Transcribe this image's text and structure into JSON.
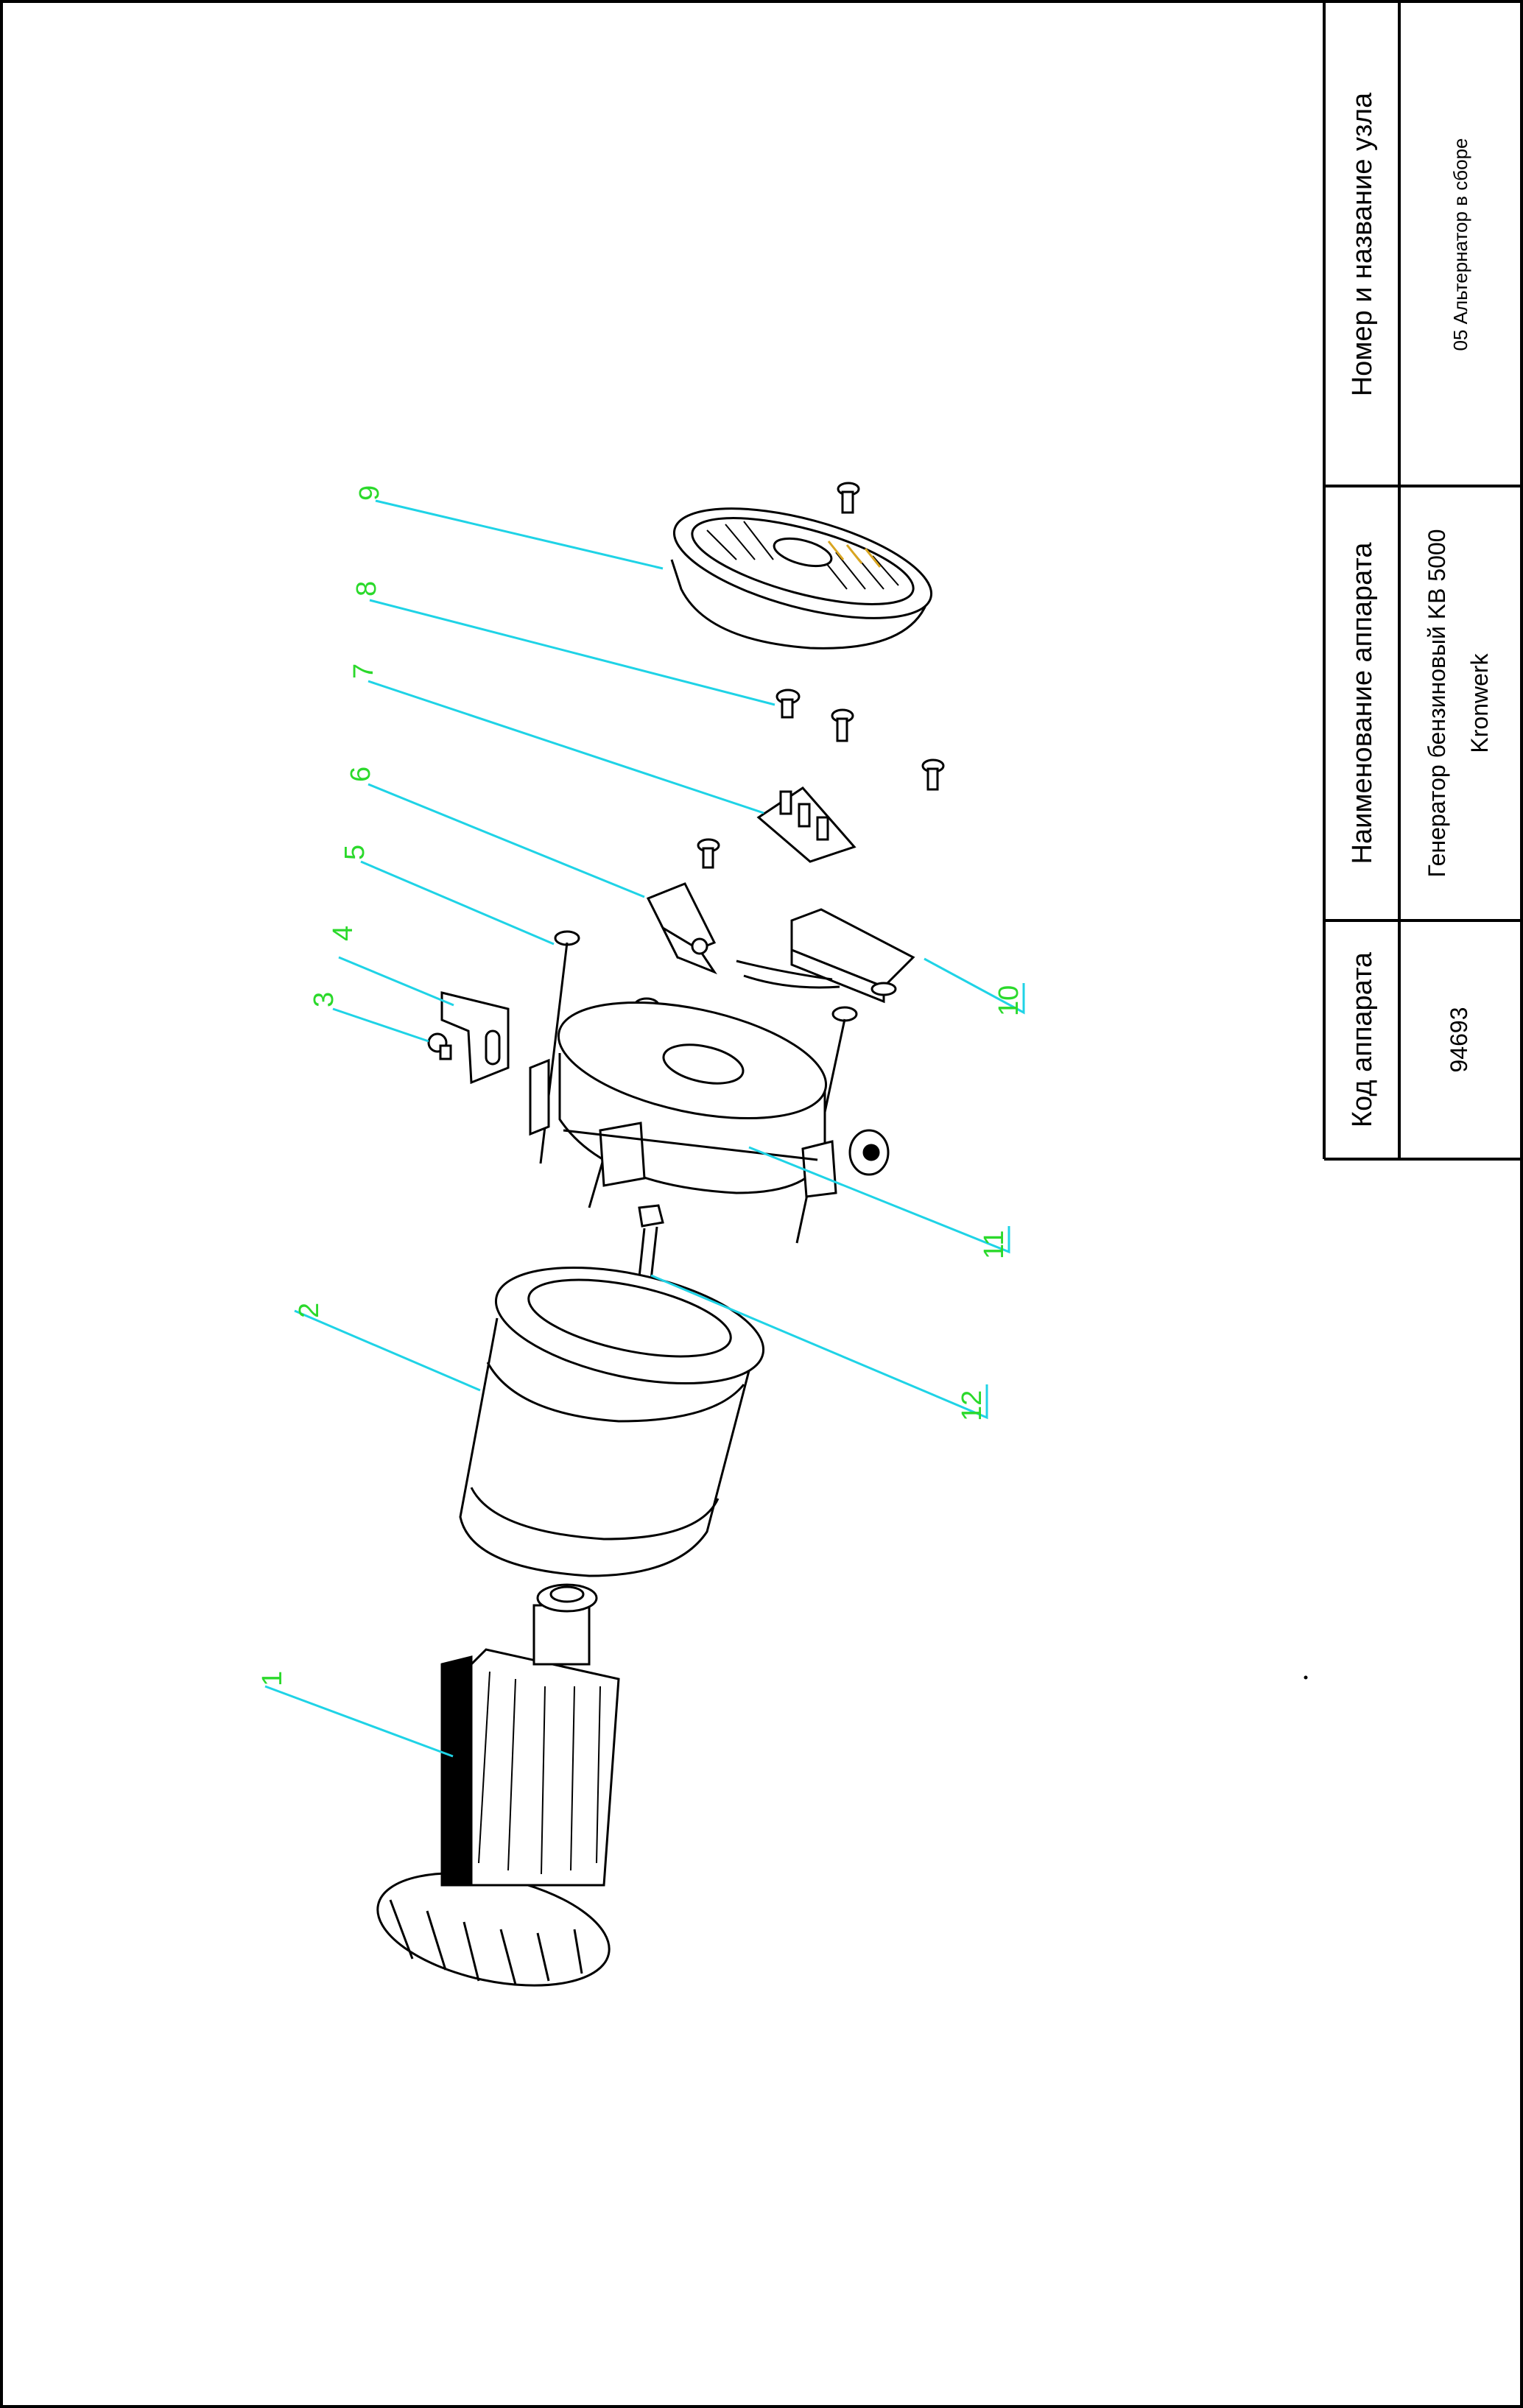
{
  "title_block": {
    "code_header": "Код аппарата",
    "code_value": "94693",
    "name_header": "Наименование аппарата",
    "name_value_line1": "Генератор бензиновый KB 5000",
    "name_value_line2": "Kronwerk",
    "unit_header": "Номер и название узла",
    "unit_value": "05 Альтернатор в сборе"
  },
  "callouts": [
    "1",
    "2",
    "3",
    "4",
    "5",
    "6",
    "7",
    "8",
    "9",
    "10",
    "11",
    "12"
  ],
  "colors": {
    "callout_number": "#2bd92b",
    "leader_line": "#1fd3e6",
    "line_art": "#000000",
    "accent_fins": "#d9a520"
  }
}
